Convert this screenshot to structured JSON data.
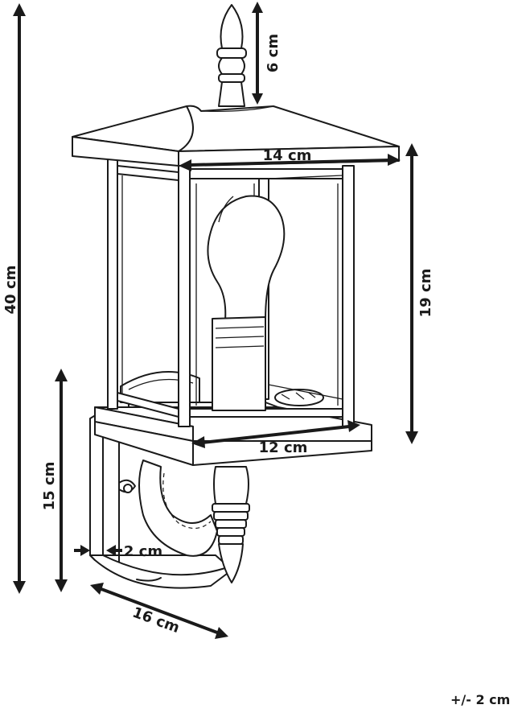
{
  "diagram": {
    "subject": "wall lantern dimensional drawing",
    "dimensions": {
      "total_height": "40 cm",
      "finial_height": "6 cm",
      "roof_width": "14 cm",
      "glass_height": "19 cm",
      "base_width": "12 cm",
      "mount_height": "15 cm",
      "mount_thickness": "2 cm",
      "depth": "16 cm"
    },
    "tolerance": "+/- 2 cm"
  }
}
